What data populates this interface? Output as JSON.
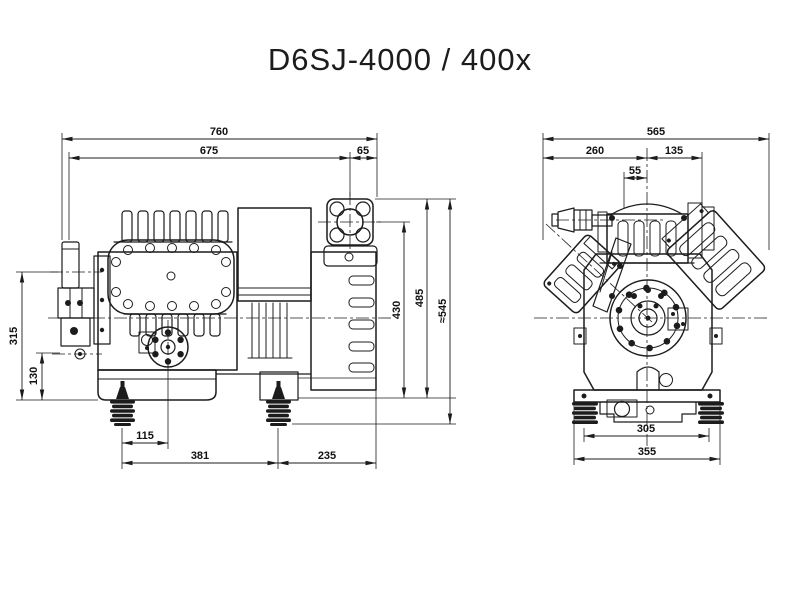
{
  "page": {
    "background": "#ffffff",
    "line_color": "#1c1c1c"
  },
  "title": "D6SJ-4000 / 400x",
  "views": {
    "side": {
      "dims": {
        "overall_width": "760",
        "body_width": "675",
        "end_offset": "65",
        "suction_center_height": "315",
        "port_center_height": "130",
        "discharge_center_height": "430",
        "discharge_top_height": "485",
        "overall_height": "≈545",
        "oil_pump_offset": "115",
        "foot_spacing": "381",
        "foot_to_end": "235"
      }
    },
    "front": {
      "dims": {
        "overall_width": "565",
        "center_to_left": "260",
        "center_to_right": "135",
        "port_offset": "55",
        "spring_spacing": "305",
        "base_width": "355"
      }
    }
  }
}
